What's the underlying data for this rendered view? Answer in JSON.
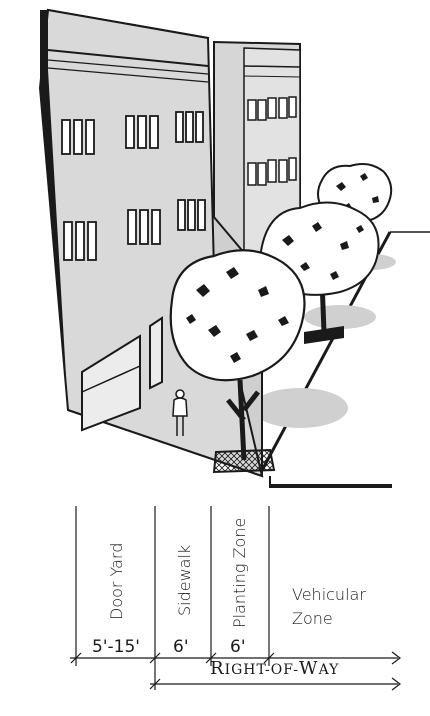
{
  "zones": [
    {
      "name": "Door Yard",
      "width": "5'-15'"
    },
    {
      "name": "Sidewalk",
      "width": "6'"
    },
    {
      "name": "Planting Zone",
      "width": "6'"
    },
    {
      "name": "Vehicular Zone",
      "name_line1": "Vehicular",
      "name_line2": "Zone"
    }
  ],
  "right_of_way": {
    "label_cap": "R",
    "label_rest": "IGHT-OF-",
    "label_cap2": "W",
    "label_rest2": "AY"
  },
  "colors": {
    "ink": "#1a1a1a",
    "building": "#d8d8d8",
    "building_dark": "#b8b8b8",
    "shadow": "#cfcfcf"
  }
}
